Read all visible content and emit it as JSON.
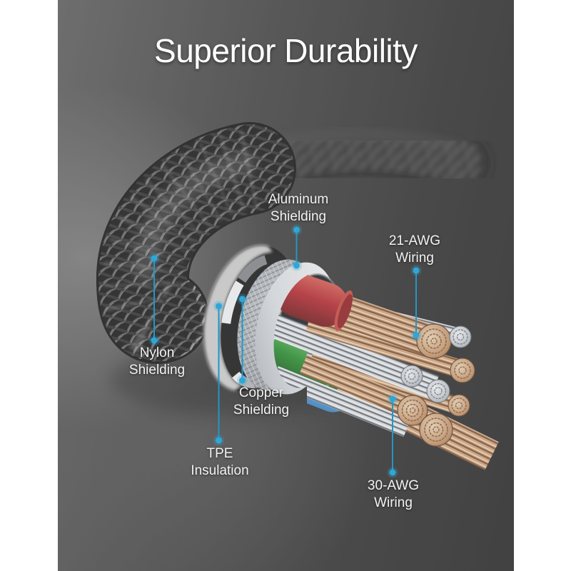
{
  "title": "Superior Durability",
  "annotations": {
    "aluminum": {
      "text": "Aluminum\nShielding"
    },
    "awg21": {
      "text": "21-AWG\nWiring"
    },
    "nylon": {
      "text": "Nylon\nShielding"
    },
    "copper": {
      "text": "Copper\nShielding"
    },
    "tpe": {
      "text": "TPE\nInsulation"
    },
    "awg30": {
      "text": "30-AWG\nWiring"
    }
  },
  "colors": {
    "leader_line": "#2196c8",
    "leader_dot": "#2fa7d6",
    "title_text": "#ffffff",
    "label_text": "#f2f2f2",
    "wire_red": "#b12026",
    "wire_green": "#1f8a26",
    "wire_blue": "#3f8fd6",
    "copper_strand": "#c0906a",
    "silver_strand": "#c3c8ce",
    "background_dark": "#262626",
    "page_margin": "#ffffff"
  }
}
